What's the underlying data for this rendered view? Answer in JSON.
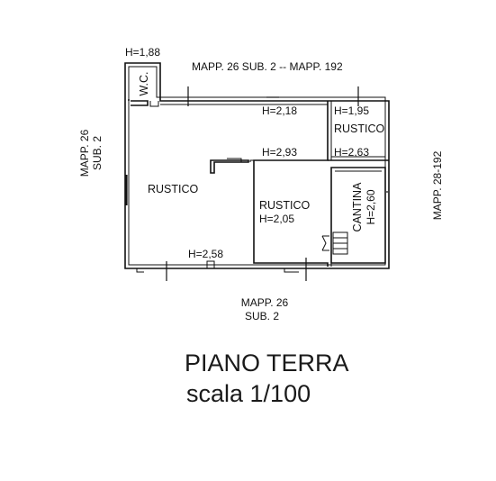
{
  "adjacent": {
    "top": "MAPP. 26 SUB. 2 -- MAPP. 192",
    "left_line1": "MAPP. 26",
    "left_line2": "SUB. 2",
    "right": "MAPP. 28-192",
    "bottom_line1": "MAPP. 26",
    "bottom_line2": "SUB. 2"
  },
  "rooms": {
    "wc": {
      "name": "W.C.",
      "height": "H=1,88"
    },
    "rustico_main": {
      "name": "RUSTICO",
      "height": "H=2,58"
    },
    "rustico_center": {
      "name": "RUSTICO",
      "height": "H=2,05"
    },
    "rustico_right": {
      "name": "RUSTICO",
      "height": "H=1,95",
      "height2": "H=2,63"
    },
    "cantina": {
      "name": "CANTINA",
      "height": "H=2,60"
    }
  },
  "heights": {
    "corridor": "H=2,18",
    "center_top": "H=2,93"
  },
  "title": {
    "line1": "PIANO TERRA",
    "line2": "scala 1/100"
  }
}
